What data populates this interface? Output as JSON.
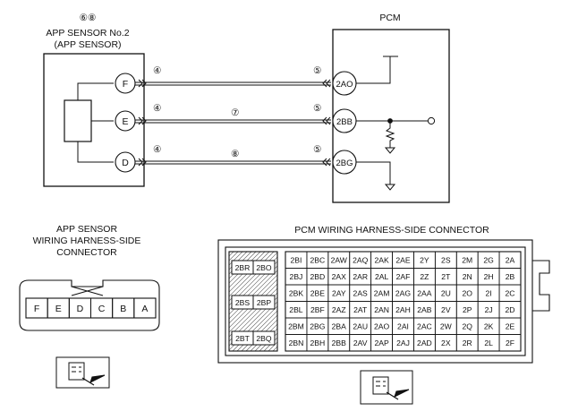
{
  "sensor": {
    "refs": [
      "⑥⑧"
    ],
    "title_lines": [
      "APP SENSOR No.2",
      "(APP SENSOR)"
    ],
    "terminals": [
      "F",
      "E",
      "D"
    ]
  },
  "pcm": {
    "title": "PCM",
    "terminals": [
      "2AO",
      "2BB",
      "2BG"
    ]
  },
  "wiring": {
    "left_marks": [
      "④",
      "④",
      "④"
    ],
    "right_marks": [
      "⑤",
      "⑤",
      "⑤"
    ],
    "mid_marks": [
      "⑦",
      "⑧"
    ]
  },
  "sensor_connector": {
    "title_lines": [
      "APP SENSOR",
      "WIRING HARNESS-SIDE",
      "CONNECTOR"
    ],
    "pins": [
      "F",
      "E",
      "D",
      "C",
      "B",
      "A"
    ]
  },
  "pcm_connector": {
    "title": "PCM WIRING HARNESS-SIDE CONNECTOR",
    "left_block": [
      [
        "2BR",
        "2BO"
      ],
      [
        "2BS",
        "2BP"
      ],
      [
        "2BT",
        "2BQ"
      ]
    ],
    "grid": [
      [
        "2BI",
        "2BC",
        "2AW",
        "2AQ",
        "2AK",
        "2AE",
        "2Y",
        "2S",
        "2M",
        "2G",
        "2A"
      ],
      [
        "2BJ",
        "2BD",
        "2AX",
        "2AR",
        "2AL",
        "2AF",
        "2Z",
        "2T",
        "2N",
        "2H",
        "2B"
      ],
      [
        "2BK",
        "2BE",
        "2AY",
        "2AS",
        "2AM",
        "2AG",
        "2AA",
        "2U",
        "2O",
        "2I",
        "2C"
      ],
      [
        "2BL",
        "2BF",
        "2AZ",
        "2AT",
        "2AN",
        "2AH",
        "2AB",
        "2V",
        "2P",
        "2J",
        "2D"
      ],
      [
        "2BM",
        "2BG",
        "2BA",
        "2AU",
        "2AO",
        "2AI",
        "2AC",
        "2W",
        "2Q",
        "2K",
        "2E"
      ],
      [
        "2BN",
        "2BH",
        "2BB",
        "2AV",
        "2AP",
        "2AJ",
        "2AD",
        "2X",
        "2R",
        "2L",
        "2F"
      ]
    ]
  }
}
